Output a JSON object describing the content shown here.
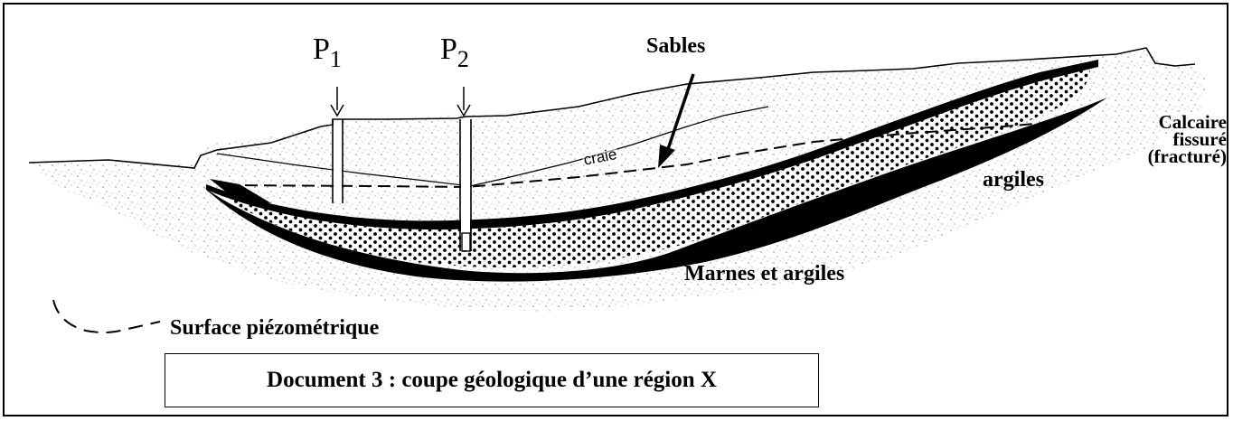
{
  "labels": {
    "p1_letter": "P",
    "p1_sub": "1",
    "p2_letter": "P",
    "p2_sub": "2",
    "sables": "Sables",
    "craie": "craie",
    "calcaire_line1": "Calcaire",
    "calcaire_line2": "fissuré",
    "calcaire_line3": "(fracturé)",
    "argiles": "argiles",
    "marnes": "Marnes et argiles"
  },
  "legend": {
    "surface_piezometrique": "Surface piézométrique"
  },
  "caption": {
    "text": "Document 3 : coupe géologique d’une région X"
  },
  "colors": {
    "ink": "#000000",
    "paper": "#ffffff",
    "speckle": "#6b6b6b"
  }
}
